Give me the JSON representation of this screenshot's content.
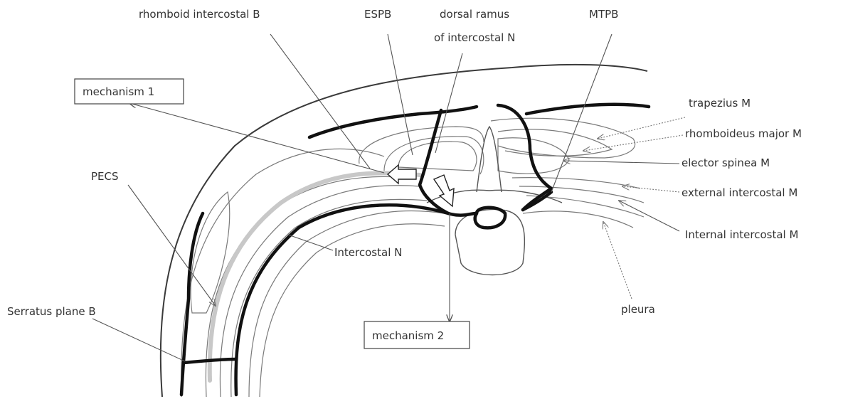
{
  "labels": {
    "rhomboid_intercostal_b": "rhomboid intercostal B",
    "espb": "ESPB",
    "dorsal_ramus_line1": "dorsal ramus",
    "dorsal_ramus_line2": "of intercostal N",
    "mtpb": "MTPB",
    "mechanism_1": "mechanism  1",
    "mechanism_2": "mechanism  2",
    "trapezius": "trapezius M",
    "rhomboideus_major": "rhomboideus major M",
    "elector_spinea": "elector spinea M",
    "external_intercostal": "external intercostal M",
    "internal_intercostal": "Internal intercostal M",
    "pecs": "PECS",
    "intercostal_n": "Intercostal N",
    "serratus_plane_b": "Serratus plane B",
    "pleura": "pleura"
  }
}
